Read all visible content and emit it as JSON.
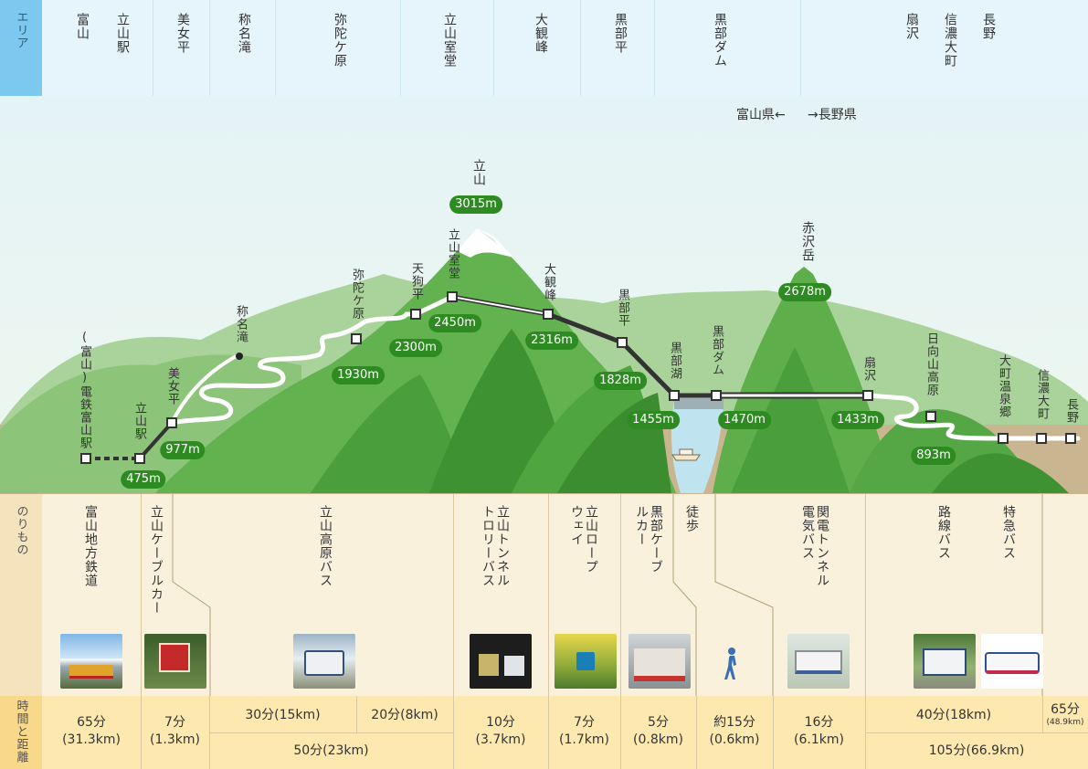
{
  "header": {
    "area_label": "エリア",
    "areas": [
      {
        "id": "toyama",
        "lines": [
          "富山",
          "立山駅"
        ]
      },
      {
        "id": "bijodaira",
        "lines": [
          "美女平"
        ]
      },
      {
        "id": "shomyo",
        "lines": [
          "称名滝"
        ]
      },
      {
        "id": "midagahara",
        "lines": [
          "弥陀ケ原"
        ]
      },
      {
        "id": "murodo",
        "lines": [
          "立山室堂"
        ]
      },
      {
        "id": "daikanbo",
        "lines": [
          "大観峰"
        ]
      },
      {
        "id": "kurobedaira",
        "lines": [
          "黒部平"
        ]
      },
      {
        "id": "kurobedam",
        "lines": [
          "黒部ダム"
        ]
      },
      {
        "id": "nagano",
        "lines": [
          "扇沢",
          "信濃大町",
          "長野"
        ]
      }
    ]
  },
  "prefecture": {
    "toyama": "富山県←",
    "nagano": "→長野県"
  },
  "peaks": {
    "tateyama": {
      "name": "立山",
      "elevation": "3015m"
    },
    "akazawa": {
      "name": "赤沢岳",
      "elevation": "2678m"
    }
  },
  "stations": [
    {
      "name": "(富山)電鉄富山駅",
      "elevation": ""
    },
    {
      "name": "立山駅",
      "elevation": "475m"
    },
    {
      "name": "美女平",
      "elevation": "977m"
    },
    {
      "name": "称名滝",
      "elevation": ""
    },
    {
      "name": "弥陀ケ原",
      "elevation": "1930m"
    },
    {
      "name": "天狗平",
      "elevation": "2300m"
    },
    {
      "name": "立山室堂",
      "elevation": "2450m"
    },
    {
      "name": "大観峰",
      "elevation": "2316m"
    },
    {
      "name": "黒部平",
      "elevation": "1828m"
    },
    {
      "name": "黒部湖",
      "elevation": "1455m"
    },
    {
      "name": "黒部ダム",
      "elevation": "1470m"
    },
    {
      "name": "扇沢",
      "elevation": "1433m"
    },
    {
      "name": "日向山高原",
      "elevation": "893m"
    },
    {
      "name": "大町温泉郷",
      "elevation": ""
    },
    {
      "name": "信濃大町",
      "elevation": ""
    },
    {
      "name": "長野",
      "elevation": ""
    }
  ],
  "transport": {
    "label": "のりもの",
    "items": [
      {
        "id": "railway",
        "name": "富山地方鉄道",
        "icon": "railway-photo"
      },
      {
        "id": "cablecar",
        "name": "立山ケーブルカー",
        "icon": "cable-car-photo"
      },
      {
        "id": "kogenbus",
        "name": "立山高原バス",
        "icon": "bus-photo"
      },
      {
        "id": "trolley",
        "name": "立山トンネルトロリーバス",
        "icon": "trolley-bus-photo"
      },
      {
        "id": "ropeway",
        "name": "立山ロープウェイ",
        "icon": "ropeway-photo"
      },
      {
        "id": "kurobecable",
        "name": "黒部ケーブルカー",
        "icon": "kurobe-cable-photo"
      },
      {
        "id": "walk",
        "name": "徒歩",
        "icon": "walking-person-icon"
      },
      {
        "id": "kanden",
        "name": "関電トンネル電気バス",
        "icon": "electric-bus-photo"
      },
      {
        "id": "routebus",
        "name": "路線バス",
        "icon": "route-bus-photo"
      },
      {
        "id": "express",
        "name": "特急バス",
        "icon": "express-bus-photo"
      }
    ]
  },
  "time": {
    "label": "時間と距離",
    "cells": {
      "c1": "65分\n(31.3km)",
      "c2": "7分\n(1.3km)",
      "c3a": "30分(15km)",
      "c3b": "20分(8km)",
      "c3total": "50分(23km)",
      "c4": "10分\n(3.7km)",
      "c5": "7分\n(1.7km)",
      "c6": "5分\n(0.8km)",
      "c7": "約15分\n(0.6km)",
      "c8": "16分\n(6.1km)",
      "c9": "40分(18km)",
      "c10": "65分",
      "c10sub": "(48.9km)",
      "c9total": "105分(66.9km)"
    }
  },
  "colors": {
    "header_bg": "#e6f5fb",
    "area_tab": "#7cc8ee",
    "sky": "#e8f4f1",
    "green": "#4a9e3b",
    "badge": "#2e8b22",
    "ground": "#c9b690",
    "transport_bg": "#faf1dd",
    "time_bg": "#fde8b0"
  }
}
